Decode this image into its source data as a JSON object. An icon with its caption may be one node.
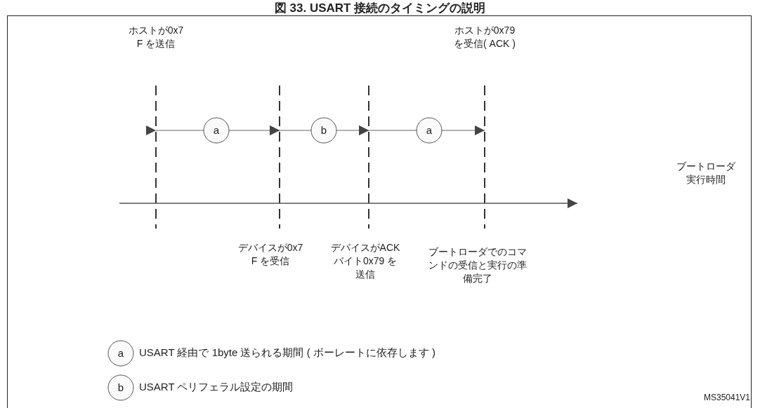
{
  "diagram": {
    "title": "図 33. USART 接続のタイミングの説明",
    "nodes": [
      {
        "text": [
          "a"
        ]
      },
      {
        "text": [
          "b"
        ]
      },
      {
        "text": [
          "a"
        ]
      },
      {
        "text": [
          "a"
        ],
        "beside": [
          "USART 経由で 1byte 送られる期間 ( ボーレートに依存します )"
        ]
      },
      {
        "text": [
          "b"
        ],
        "beside": [
          "USART ペリフェラル設定の期間"
        ]
      }
    ],
    "edges": [],
    "labels": [
      "ホストが0x7F を送信",
      "ホストが0x79 を受信( ACK )",
      "ブートローダ実行時間",
      "デバイスが0x7F を受信",
      "デバイスがACK バイト0x79 を送信",
      "ブートローダでのコマンドの受信と実行の準備完了",
      "MS35041V1"
    ]
  }
}
